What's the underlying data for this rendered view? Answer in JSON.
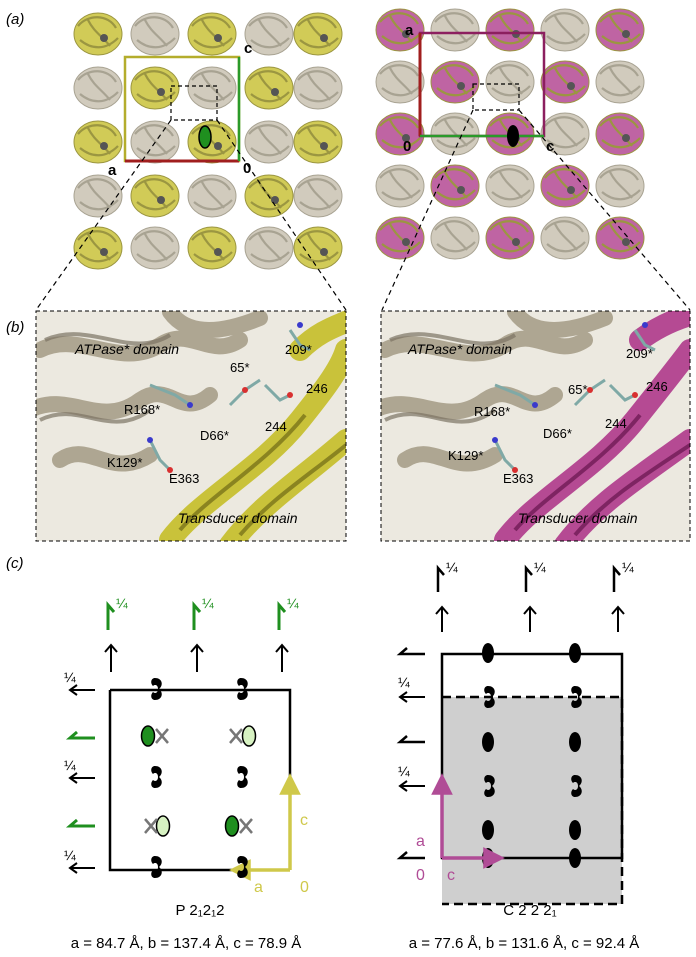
{
  "panels": {
    "a": "(a)",
    "b": "(b)",
    "c": "(c)"
  },
  "colors": {
    "yellow": "#c9c23a",
    "yellow_light": "#dcd47a",
    "magenta": "#b54a93",
    "magenta_light": "#d68abc",
    "grey_protein": "#c9c2b2",
    "green": "#1f8f1f",
    "light_green": "#d7f2c2",
    "dark_red": "#a01e1e",
    "cell_yellow": "#b4ad2c",
    "cell_magenta": "#8c1f5f",
    "arrow_yellow": "#cfc84a",
    "arrow_magenta": "#b04c96",
    "shade": "#cfcfcf"
  },
  "panel_a": {
    "left": {
      "label_c": "c",
      "label_a": "a",
      "label_0": "0"
    },
    "right": {
      "label_a": "a",
      "label_0": "0",
      "label_c": "c"
    }
  },
  "panel_b": {
    "left": {
      "domain1": "ATPase* domain",
      "domain2": "Transducer domain",
      "residues": [
        "209*",
        "65*",
        "246",
        "R168*",
        "D66*",
        "244",
        "K129*",
        "E363"
      ]
    },
    "right": {
      "domain1": "ATPase* domain",
      "domain2": "Transducer domain",
      "residues": [
        "209*",
        "65*",
        "246",
        "R168*",
        "D66*",
        "244",
        "K129*",
        "E363"
      ]
    }
  },
  "panel_c": {
    "left": {
      "quarter": "¼",
      "space_group": "P 2₁2₁2",
      "cell": "a = 84.7 Å, b = 137.4 Å, c = 78.9 Å",
      "axis_c": "c",
      "axis_a": "a",
      "axis_0": "0"
    },
    "right": {
      "quarter": "¼",
      "space_group": "C 2 2 2₁",
      "cell": "a = 77.6 Å, b = 131.6 Å, c = 92.4 Å",
      "axis_a": "a",
      "axis_0": "0",
      "axis_c": "c"
    }
  }
}
